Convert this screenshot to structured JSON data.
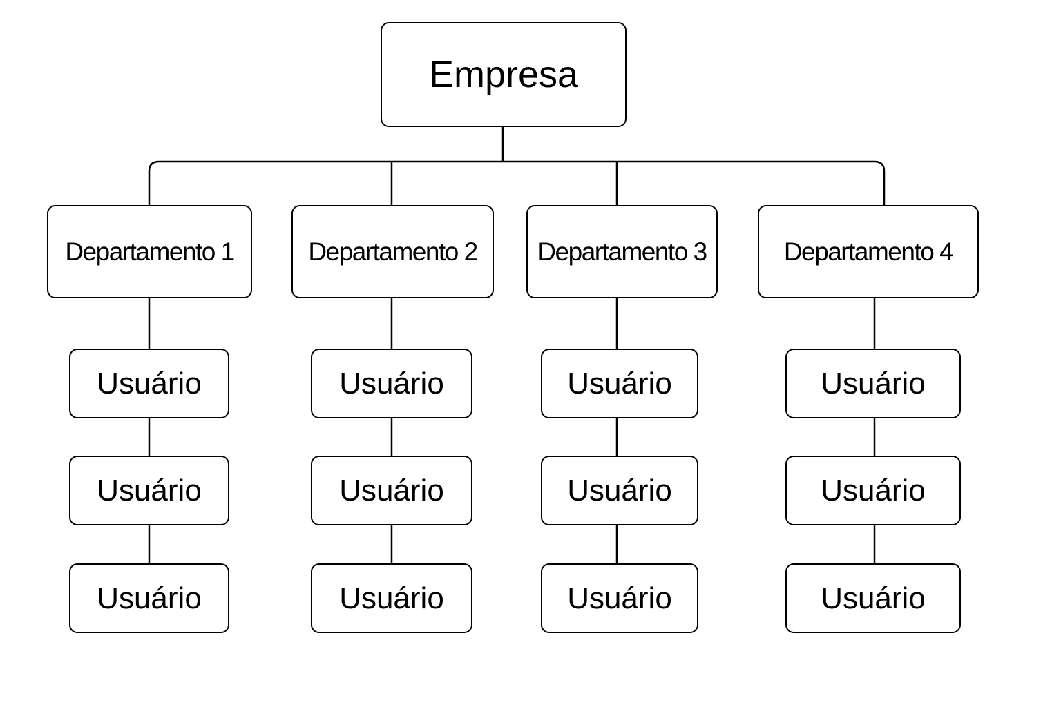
{
  "root": {
    "label": "Empresa"
  },
  "departments": [
    {
      "label": "Departamento 1",
      "users": [
        "Usuário",
        "Usuário",
        "Usuário"
      ]
    },
    {
      "label": "Departamento 2",
      "users": [
        "Usuário",
        "Usuário",
        "Usuário"
      ]
    },
    {
      "label": "Departamento 3",
      "users": [
        "Usuário",
        "Usuário",
        "Usuário"
      ]
    },
    {
      "label": "Departamento 4",
      "users": [
        "Usuário",
        "Usuário",
        "Usuário"
      ]
    }
  ]
}
